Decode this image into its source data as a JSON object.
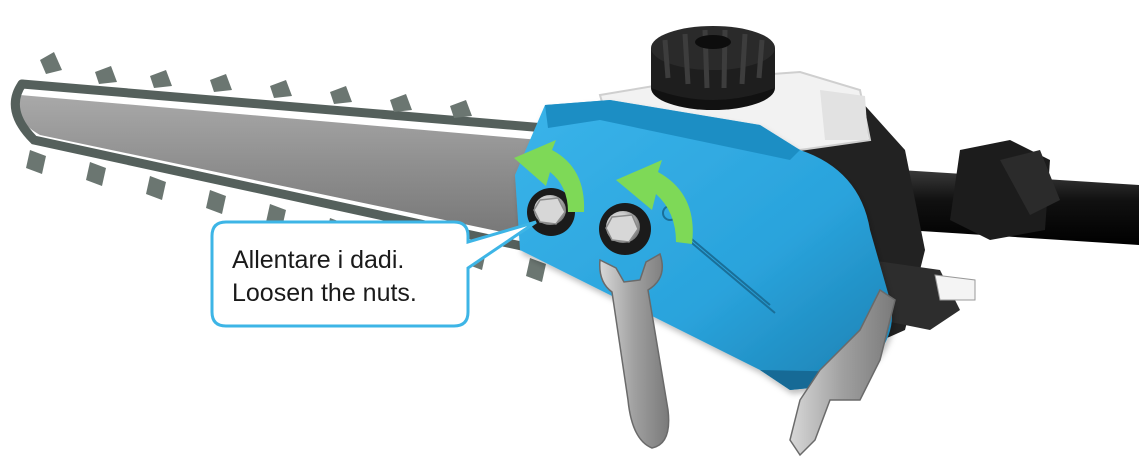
{
  "callout": {
    "line1": "Allentare i dadi.",
    "line2": "Loosen the nuts."
  },
  "colors": {
    "housing_blue": "#2aa3dc",
    "housing_blue_dark": "#1a7fb0",
    "arrow_green": "#7ed957",
    "bar_gray": "#8e8e8e",
    "chain_gray": "#55605c",
    "callout_border": "#3db5e6",
    "tank_white": "#f2f2f2",
    "cap_black": "#1e1e1e"
  },
  "icons": {
    "arrows": "counterclockwise-arrow",
    "tool": "wrench"
  }
}
